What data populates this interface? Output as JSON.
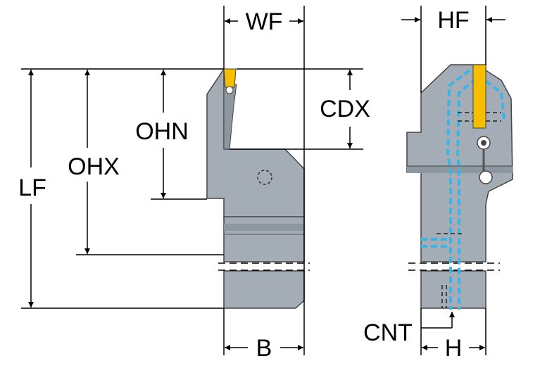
{
  "labels": {
    "wf": "WF",
    "hf": "HF",
    "cdx": "CDX",
    "ohn": "OHN",
    "ohx": "OHX",
    "lf": "LF",
    "b": "B",
    "cnt": "CNT",
    "h": "H"
  },
  "colors": {
    "body": "#a4adb6",
    "body_dark": "#8d97a0",
    "insert": "#f5bf00",
    "coolant": "#3ab4e6",
    "line": "#000000",
    "background": "#ffffff"
  }
}
